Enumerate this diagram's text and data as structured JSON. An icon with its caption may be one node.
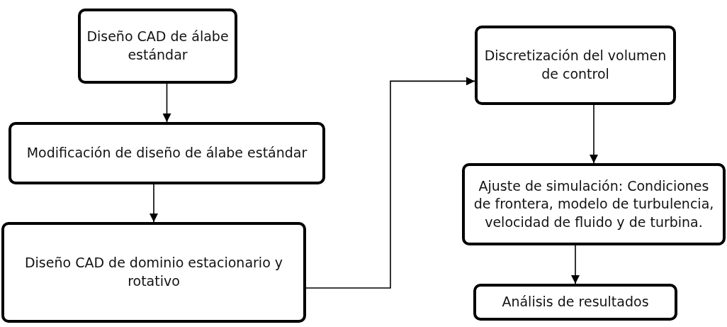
{
  "diagram": {
    "nodes": [
      {
        "text": [
          "Diseño CAD de álabe estándar"
        ]
      },
      {
        "text": [
          "Modificación de diseño de álabe estándar"
        ]
      },
      {
        "text": [
          "Diseño CAD de dominio estacionario y rotativo"
        ]
      },
      {
        "text": [
          "Discretización del volumen de control"
        ]
      },
      {
        "text": [
          "Ajuste de simulación: Condiciones de frontera, modelo de turbulencia, velocidad de fluido y de turbina."
        ]
      },
      {
        "text": [
          "Análisis de resultados"
        ]
      }
    ],
    "edges": [
      {
        "from": 0,
        "to": 1,
        "arrow": "to"
      },
      {
        "from": 1,
        "to": 2,
        "arrow": "to"
      },
      {
        "from": 2,
        "to": 3,
        "arrow": "to"
      },
      {
        "from": 3,
        "to": 4,
        "arrow": "to"
      },
      {
        "from": 4,
        "to": 5,
        "arrow": "to"
      }
    ]
  }
}
